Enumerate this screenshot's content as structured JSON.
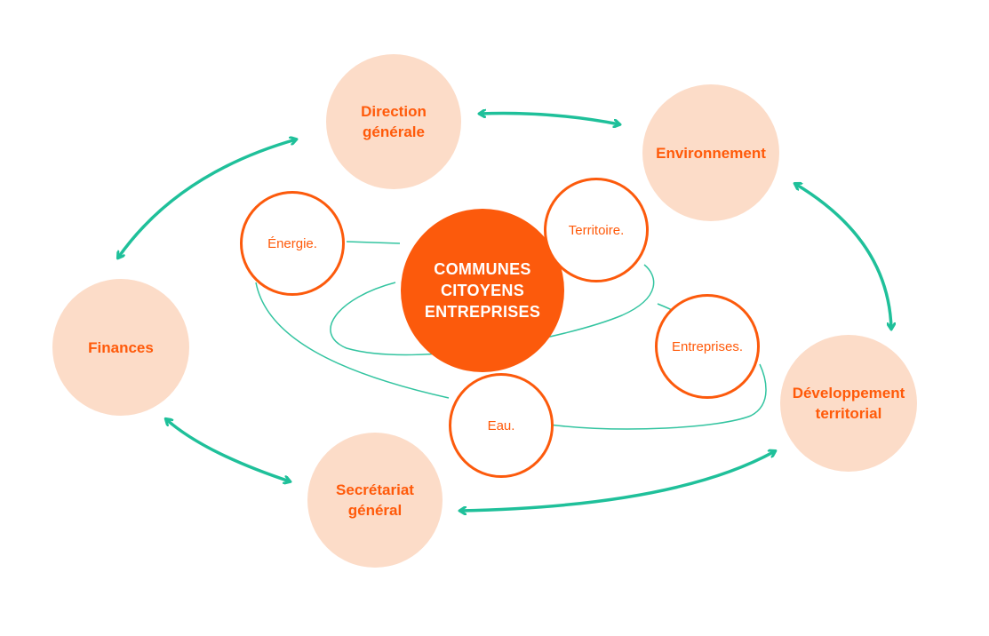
{
  "center": {
    "lines": [
      "COMMUNES",
      "CITOYENS",
      "ENTREPRISES"
    ]
  },
  "departments": [
    {
      "id": "direction",
      "label_lines": [
        "Direction",
        "générale"
      ]
    },
    {
      "id": "environnement",
      "label_lines": [
        "Environnement"
      ]
    },
    {
      "id": "finances",
      "label_lines": [
        "Finances"
      ]
    },
    {
      "id": "developpement",
      "label_lines": [
        "Développement",
        "territorial"
      ]
    },
    {
      "id": "secretariat",
      "label_lines": [
        "Secrétariat",
        "général"
      ]
    }
  ],
  "topics": [
    {
      "id": "energie",
      "label": "Énergie."
    },
    {
      "id": "territoire",
      "label": "Territoire."
    },
    {
      "id": "entreprises",
      "label": "Entreprises."
    },
    {
      "id": "eau",
      "label": "Eau."
    }
  ],
  "connections": [
    {
      "from": "direction",
      "to": "environnement",
      "bidirectional": true
    },
    {
      "from": "environnement",
      "to": "developpement",
      "bidirectional": true
    },
    {
      "from": "developpement",
      "to": "secretariat",
      "bidirectional": true
    },
    {
      "from": "secretariat",
      "to": "finances",
      "bidirectional": true
    },
    {
      "from": "finances",
      "to": "direction",
      "bidirectional": true
    }
  ],
  "colors": {
    "accent_orange": "#fc5a0c",
    "text_orange": "#ff5a0a",
    "peach_fill": "#fcdcc8",
    "arrow_teal": "#1fc09a",
    "orbit_teal": "#33c4a0"
  }
}
